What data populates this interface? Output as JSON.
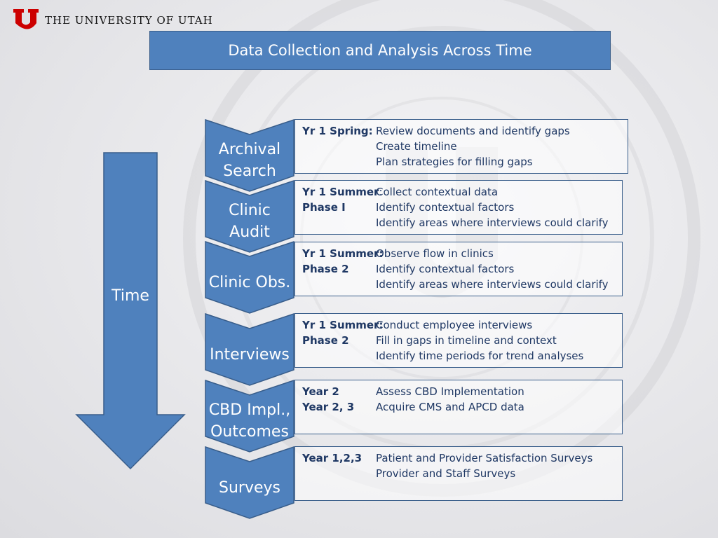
{
  "logo": {
    "text": "THE UNIVERSITY OF UTAH"
  },
  "title": "Data Collection and Analysis Across Time",
  "time_label": "Time",
  "colors": {
    "blue": "#4f81bd",
    "border": "#385d8a",
    "text": "#1f3864",
    "logo_red": "#cc0000"
  },
  "stages": [
    {
      "label": [
        "Archival",
        "Search"
      ],
      "rows": [
        {
          "key": "Yr 1 Spring:",
          "value": "Review documents and identify gaps"
        },
        {
          "key": "",
          "value": "Create timeline"
        },
        {
          "key": "",
          "value": "Plan strategies for filling gaps"
        }
      ]
    },
    {
      "label": [
        "Clinic",
        "Audit"
      ],
      "rows": [
        {
          "key": "Yr 1 Summer",
          "suffix": ":",
          "value": "Collect contextual data"
        },
        {
          "key": "Phase I",
          "value": "Identify contextual factors"
        },
        {
          "key": "",
          "value": "Identify areas where interviews could clarify"
        }
      ]
    },
    {
      "label": [
        "Clinic Obs."
      ],
      "rows": [
        {
          "key": "Yr 1 Summer:",
          "value": "Observe flow in clinics"
        },
        {
          "key": "Phase 2",
          "value": "Identify contextual factors"
        },
        {
          "key": "",
          "value": "Identify areas where interviews could clarify"
        }
      ]
    },
    {
      "label": [
        "Interviews"
      ],
      "rows": [
        {
          "key": "Yr 1 Summer:",
          "value": "Conduct employee interviews"
        },
        {
          "key": "Phase 2",
          "value": "Fill in gaps in timeline and context"
        },
        {
          "key": "",
          "value": "Identify time periods for trend analyses"
        }
      ]
    },
    {
      "label": [
        "CBD Impl.,",
        "Outcomes"
      ],
      "rows": [
        {
          "key": "Year 2",
          "value": "Assess CBD Implementation"
        },
        {
          "key": "Year 2, 3",
          "value": "Acquire CMS and APCD data"
        }
      ]
    },
    {
      "label": [
        "Surveys"
      ],
      "rows": [
        {
          "key": "Year 1,2,3",
          "value": "Patient and Provider Satisfaction Surveys"
        },
        {
          "key": "",
          "value": "Provider and Staff Surveys"
        }
      ]
    }
  ]
}
